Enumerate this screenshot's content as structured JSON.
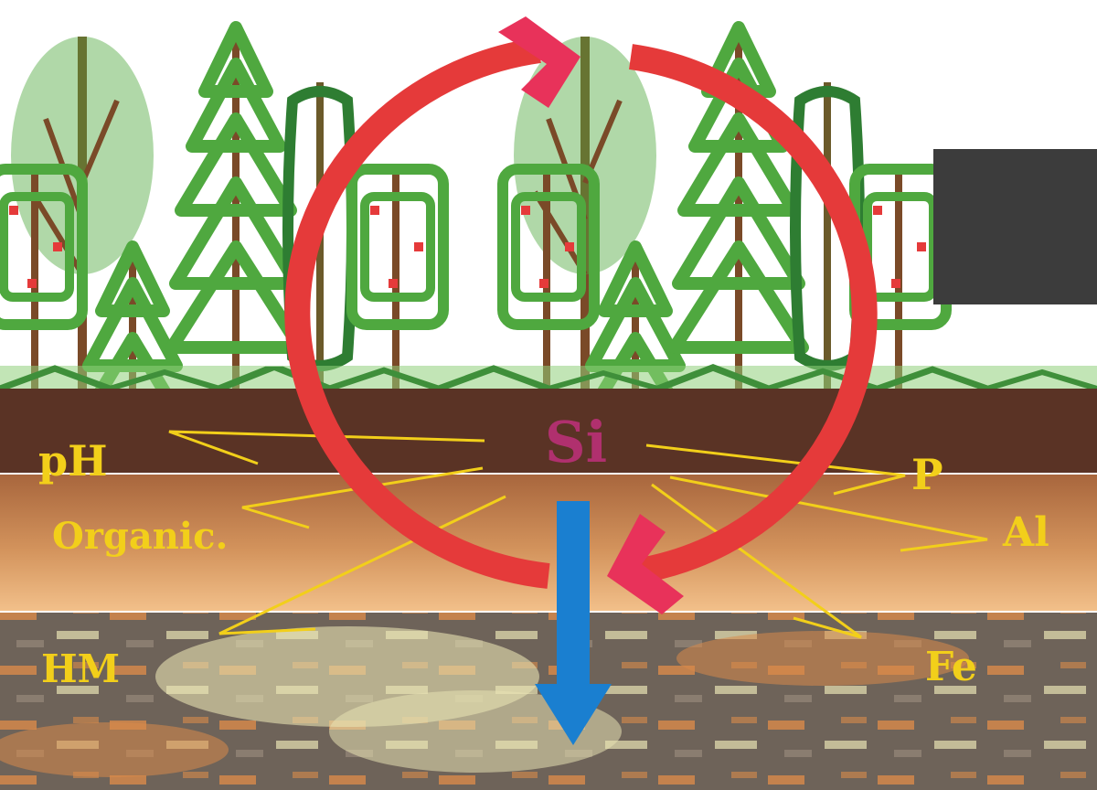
{
  "diagram": {
    "center_label": "Si",
    "factors": {
      "ph": "pH",
      "organic": "Organic.",
      "hm": "HM",
      "p": "P",
      "al": "Al",
      "fe": "Fe"
    }
  },
  "colors": {
    "sky": "#ffffff",
    "topsoil": "#5a3325",
    "subsoil_top": "#a8663d",
    "subsoil_bottom": "#f2c08a",
    "bedrock": "#6e6359",
    "bedrock_light": "#e8e2b2",
    "bedrock_orange": "#d98a4a",
    "cycle_arrow": "#e53a3a",
    "arrow_head": "#e8325a",
    "leach_arrow": "#1a7fd0",
    "connector": "#f2cf1a",
    "label": "#f2cf1a",
    "si": "#b0306e",
    "tree_light": "#4fa83f",
    "tree_dark": "#2e7d32",
    "trunk": "#7a4a28",
    "overlay_box": "#3c3c3c"
  },
  "icons": [
    "deciduous-tree-icon",
    "conifer-tree-icon",
    "cycle-arrow-icon",
    "down-arrow-icon"
  ]
}
